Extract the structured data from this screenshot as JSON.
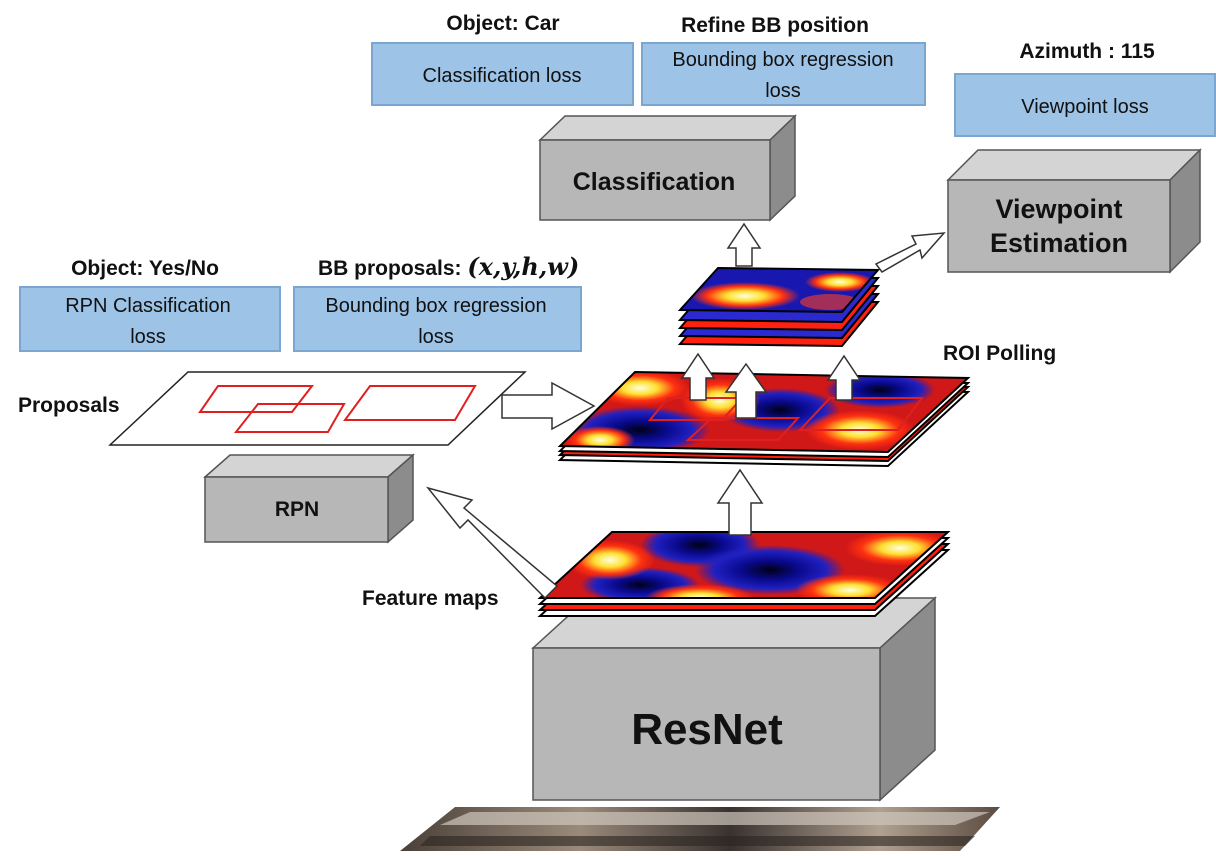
{
  "labels": {
    "object_car": "Object: Car",
    "refine_bb": "Refine BB position",
    "azimuth": "Azimuth : 115",
    "object_yesno": "Object: Yes/No",
    "bb_proposals_prefix": "BB proposals: ",
    "bb_proposals_vars": "(x,y,h,w)",
    "proposals": "Proposals",
    "roi_polling": "ROI Polling",
    "feature_maps": "Feature maps"
  },
  "loss_boxes": {
    "classification_loss": "Classification loss",
    "bb_regression_loss_line1": "Bounding box regression",
    "bb_regression_loss_line2": "loss",
    "viewpoint_loss": "Viewpoint loss",
    "rpn_classification_line1": "RPN Classification",
    "rpn_classification_line2": "loss",
    "rpn_bb_regression_line1": "Bounding box regression",
    "rpn_bb_regression_line2": "loss"
  },
  "blocks": {
    "classification": "Classification",
    "viewpoint_line1": "Viewpoint",
    "viewpoint_line2": "Estimation",
    "rpn": "RPN",
    "resnet": "ResNet"
  },
  "colors": {
    "loss_fill": "#9dc3e6",
    "loss_stroke": "#7aa6d0",
    "block_front": "#b7b7b7",
    "block_top": "#d4d4d4",
    "block_side": "#8c8c8c",
    "proposal_red": "#e02020"
  }
}
